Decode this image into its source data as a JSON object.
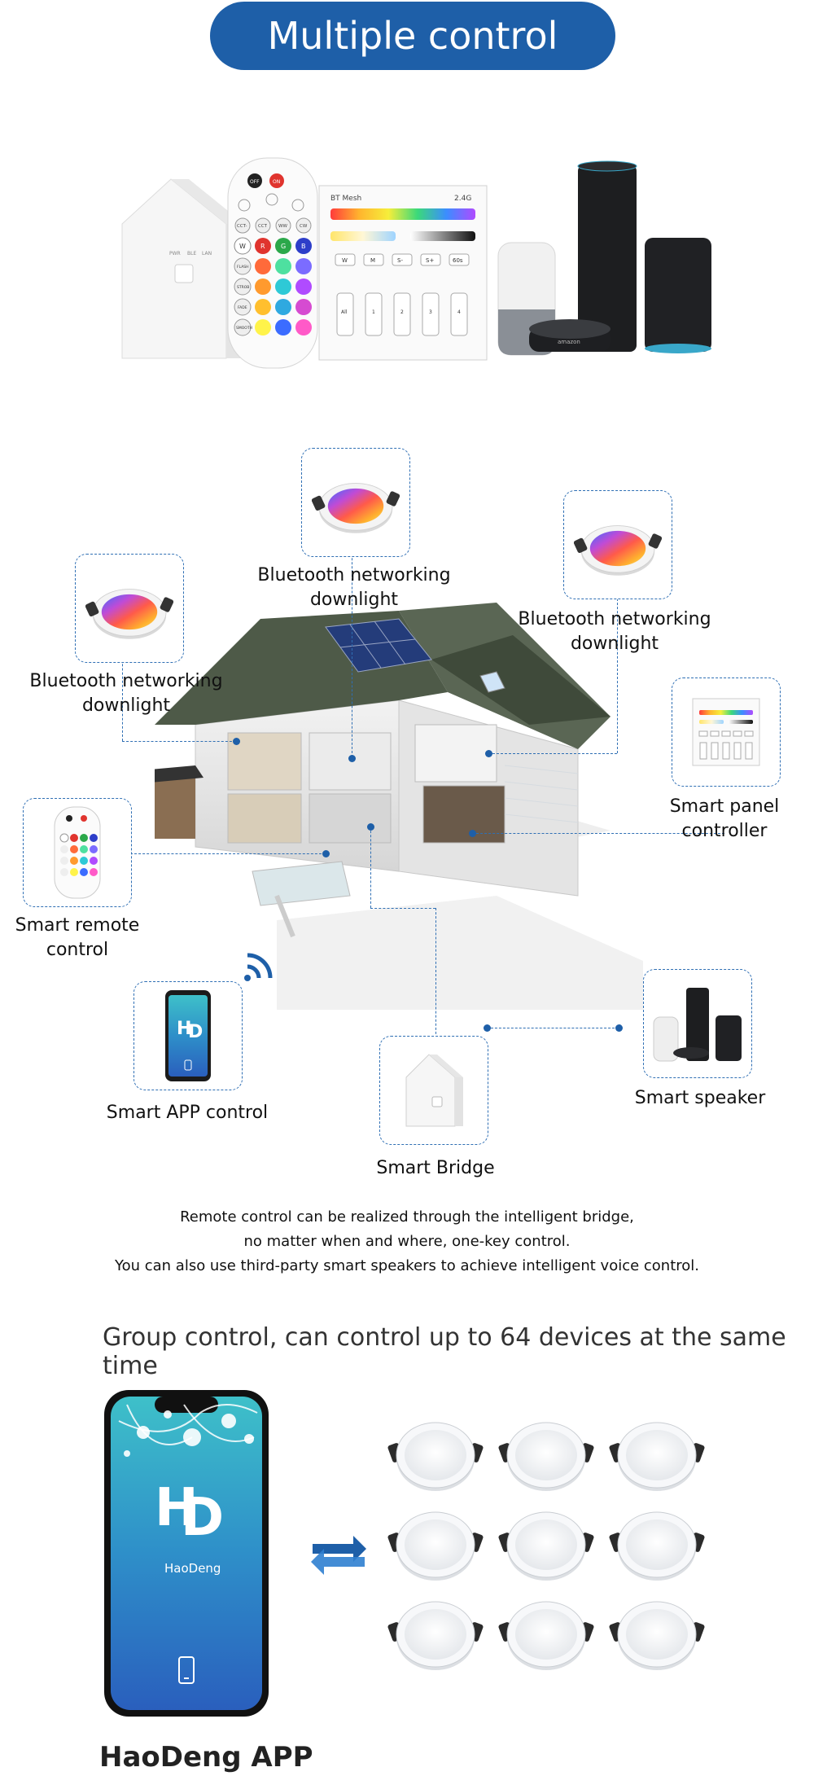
{
  "header": {
    "title": "Multiple control methods"
  },
  "products": {
    "bridge": {
      "labels": [
        "PWR",
        "BLE",
        "LAN"
      ]
    },
    "remote": {
      "off": "OFF",
      "on": "ON",
      "row1": [
        "CCT-",
        "CCT",
        "WW",
        "CW"
      ],
      "row2": [
        "W",
        "R",
        "G",
        "B"
      ],
      "side": [
        "FLASH",
        "STROB",
        "FADE",
        "SMOOTH"
      ]
    },
    "panel": {
      "brand": "BT Mesh",
      "band": "2.4G",
      "buttons": [
        "W",
        "M",
        "S-",
        "S+",
        "60s"
      ],
      "zones": [
        "All",
        "1",
        "2",
        "3",
        "4"
      ]
    },
    "speaker": {
      "brand": "amazon"
    }
  },
  "diagram": {
    "downlight_left": "Bluetooth networking\ndownlight",
    "downlight_center": "Bluetooth networking\ndownlight",
    "downlight_right": "Bluetooth networking\ndownlight",
    "panel": "Smart panel\ncontroller",
    "remote": "Smart remote\ncontrol",
    "app": "Smart APP control",
    "bridge": "Smart Bridge",
    "speaker": "Smart speaker"
  },
  "description": [
    "Remote control can be realized through the intelligent bridge,",
    "no matter when and where, one-key control.",
    "You can also use third-party smart speakers to achieve intelligent voice control."
  ],
  "group": {
    "heading": "Group control, can control up to 64 devices at the same time",
    "app_brand": "HaoDeng",
    "app_name": "HaoDeng APP"
  },
  "colors": {
    "accent": "#1e5fa8",
    "dash": "#2f6fb4"
  }
}
